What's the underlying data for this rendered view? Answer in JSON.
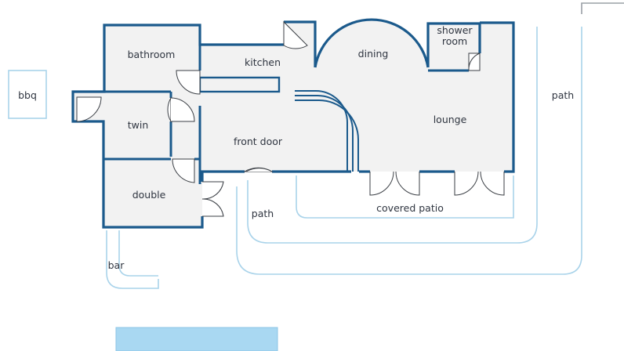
{
  "plan": {
    "rooms": {
      "bbq": "bbq",
      "bathroom": "bathroom",
      "kitchen": "kitchen",
      "dining": "dining",
      "shower_room_line1": "shower",
      "shower_room_line2": "room",
      "path_right": "path",
      "twin": "twin",
      "lounge": "lounge",
      "front_door": "front door",
      "double": "double",
      "path_bottom": "path",
      "covered_patio": "covered patio",
      "bar": "bar"
    },
    "colors": {
      "wall": "#1b5a8c",
      "floor": "#f2f2f2",
      "path": "#a9d3ea",
      "pool": "#a9d8f2"
    }
  }
}
